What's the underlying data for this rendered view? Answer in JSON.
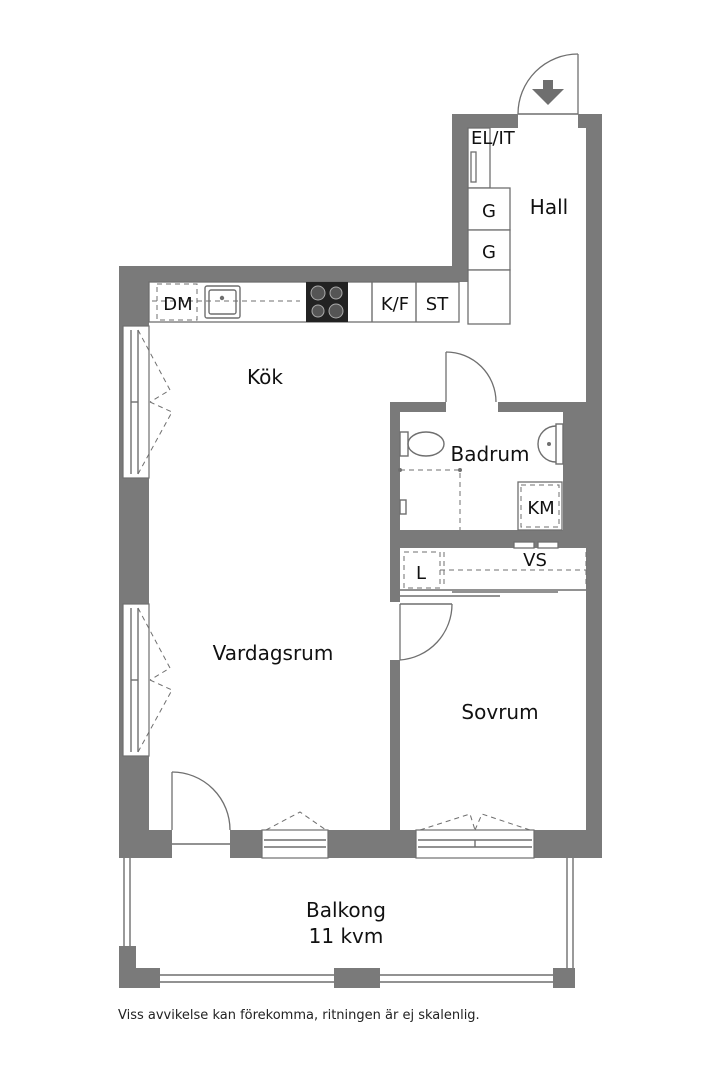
{
  "rooms": {
    "hall": "Hall",
    "kok": "Kök",
    "badrum": "Badrum",
    "vardagsrum": "Vardagsrum",
    "sovrum": "Sovrum",
    "balkong": "Balkong",
    "balkong_area": "11 kvm"
  },
  "fixtures": {
    "el_it": "EL/IT",
    "g1": "G",
    "g2": "G",
    "dm": "DM",
    "kf": "K/F",
    "st": "ST",
    "km": "KM",
    "l": "L",
    "vs": "VS"
  },
  "disclaimer": "Viss avvikelse kan förekomma, ritningen är ej skalenlig.",
  "colors": {
    "wall": "#7a7a7a",
    "line": "#6f6f6f",
    "background": "#ffffff"
  }
}
